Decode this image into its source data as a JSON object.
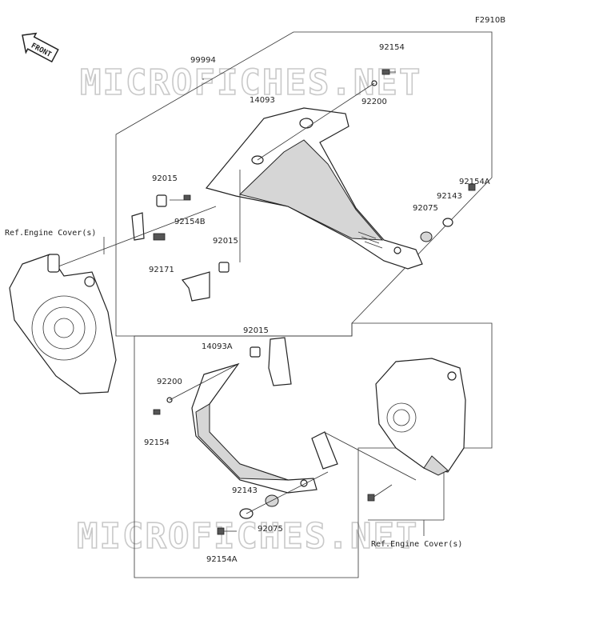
{
  "figure_code": "F2910B",
  "front_badge": "FRONT",
  "watermark": "MICROFICHES.NET",
  "refs": {
    "engine_cover_left": "Ref.Engine Cover(s)",
    "engine_cover_right": "Ref.Engine Cover(s)"
  },
  "parts": [
    {
      "key": "p99994",
      "number": "99994"
    },
    {
      "key": "p92154_top",
      "number": "92154"
    },
    {
      "key": "p92200_top",
      "number": "92200"
    },
    {
      "key": "p14093",
      "number": "14093"
    },
    {
      "key": "p92015_a",
      "number": "92015"
    },
    {
      "key": "p92154B",
      "number": "92154B"
    },
    {
      "key": "p92171",
      "number": "92171"
    },
    {
      "key": "p92015_b",
      "number": "92015"
    },
    {
      "key": "p92075_top",
      "number": "92075"
    },
    {
      "key": "p92143_top",
      "number": "92143"
    },
    {
      "key": "p92154A_top",
      "number": "92154A"
    },
    {
      "key": "p92015_c",
      "number": "92015"
    },
    {
      "key": "p14093A",
      "number": "14093A"
    },
    {
      "key": "p92200_bot",
      "number": "92200"
    },
    {
      "key": "p92154_bot",
      "number": "92154"
    },
    {
      "key": "p92143_bot",
      "number": "92143"
    },
    {
      "key": "p92075_bot",
      "number": "92075"
    },
    {
      "key": "p92154A_bot",
      "number": "92154A"
    }
  ]
}
